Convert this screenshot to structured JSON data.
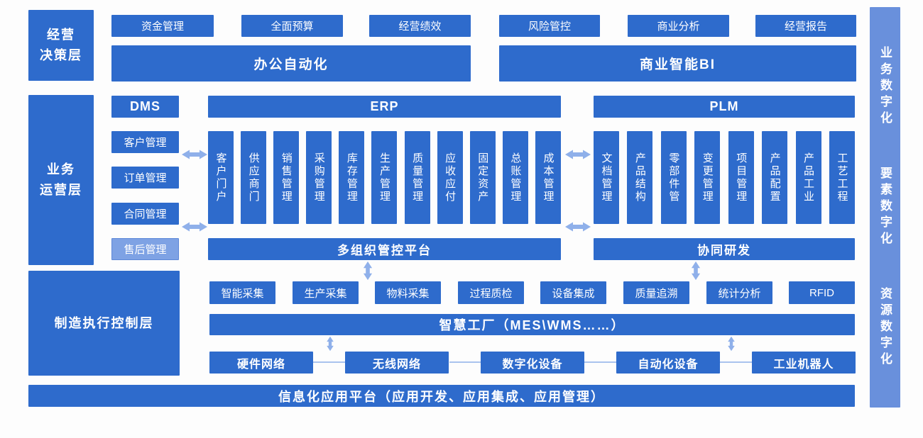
{
  "palette": {
    "primary": "#2e6bcc",
    "light_box": "#7ea2e4",
    "sidebar": "#6990dc",
    "arrow": "#8fb0ea"
  },
  "decision_layer": {
    "label_lines": [
      "经营",
      "决策层"
    ],
    "boxes": [
      "资金管理",
      "全面预算",
      "经营绩效",
      "风险管控",
      "商业分析",
      "经营报告"
    ],
    "bars": [
      "办公自动化",
      "商业智能BI"
    ]
  },
  "operation_layer": {
    "label_lines": [
      "业务",
      "运营层"
    ],
    "dms": {
      "header": "DMS",
      "items": [
        "客户管理",
        "订单管理",
        "合同管理",
        "售后管理"
      ]
    },
    "erp": {
      "header": "ERP",
      "columns": [
        "客户门户",
        "供应商门",
        "销售管理",
        "采购管理",
        "库存管理",
        "生产管理",
        "质量管理",
        "应收应付",
        "固定资产",
        "总账管理",
        "成本管理"
      ],
      "platform": "多组织管控平台"
    },
    "plm": {
      "header": "PLM",
      "columns": [
        "文档管理",
        "产品结构",
        "零部件管",
        "变更管理",
        "项目管理",
        "产品配置",
        "产品工业",
        "工艺工程"
      ],
      "platform": "协同研发"
    }
  },
  "mes_layer": {
    "label": "制造执行控制层",
    "top_boxes": [
      "智能采集",
      "生产采集",
      "物料采集",
      "过程质检",
      "设备集成",
      "质量追溯",
      "统计分析",
      "RFID"
    ],
    "bar": "智慧工厂（MES\\WMS……）",
    "bottom_boxes": [
      "硬件网络",
      "无线网络",
      "数字化设备",
      "自动化设备",
      "工业机器人"
    ]
  },
  "platform_bar": "信息化应用平台（应用开发、应用集成、应用管理）",
  "right_sidebar": [
    "业务数字化",
    "要素数字化",
    "资源数字化"
  ]
}
